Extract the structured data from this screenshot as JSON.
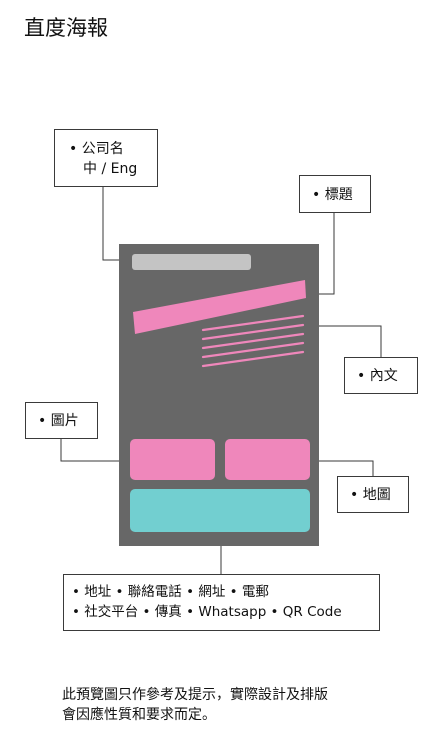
{
  "title": "直度海報",
  "callouts": {
    "company_line1": "公司名",
    "company_line2": "中 / Eng",
    "heading": "標題",
    "body_text": "內文",
    "image": "圖片",
    "map": "地圖",
    "contact_line1": "• 地址 • 聯絡電話 • 網址 • 電郵",
    "contact_line2": "• 社交平台 • 傳真 • Whatsapp • QR Code"
  },
  "note_line1": "此預覽圖只作參考及提示，實際設計及排版",
  "note_line2": "會因應性質和要求而定。",
  "colors": {
    "poster": "#676767",
    "pink": "#ef87bb",
    "cyan": "#72cfd0",
    "grey_bar": "#c4c4c4"
  }
}
